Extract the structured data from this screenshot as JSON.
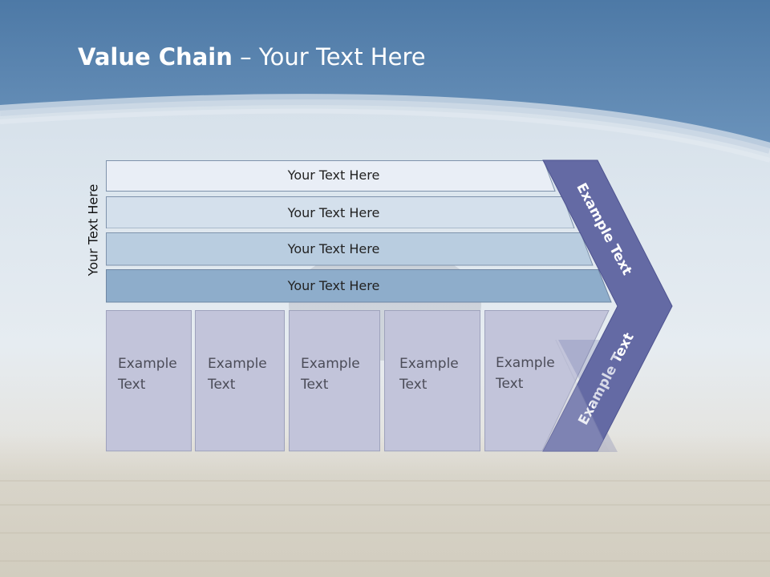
{
  "title": {
    "bold": "Value Chain",
    "rest": " – Your Text Here"
  },
  "side_label": "Your Text Here",
  "bars": [
    {
      "label": "Your Text Here",
      "color": "#e9eef6"
    },
    {
      "label": "Your Text Here",
      "color": "#d4e0ec"
    },
    {
      "label": "Your Text Here",
      "color": "#b9cde0"
    },
    {
      "label": "Your Text Here",
      "color": "#8eadcb"
    }
  ],
  "boxes": [
    {
      "line1": "Example",
      "line2": "Text"
    },
    {
      "line1": "Example",
      "line2": "Text"
    },
    {
      "line1": "Example",
      "line2": "Text"
    },
    {
      "line1": "Example",
      "line2": "Text"
    },
    {
      "line1": "Example",
      "line2": "Text"
    }
  ],
  "chevron": {
    "upper_label": "Example Text",
    "lower_label": "Example Text",
    "color": "#646aa4"
  }
}
